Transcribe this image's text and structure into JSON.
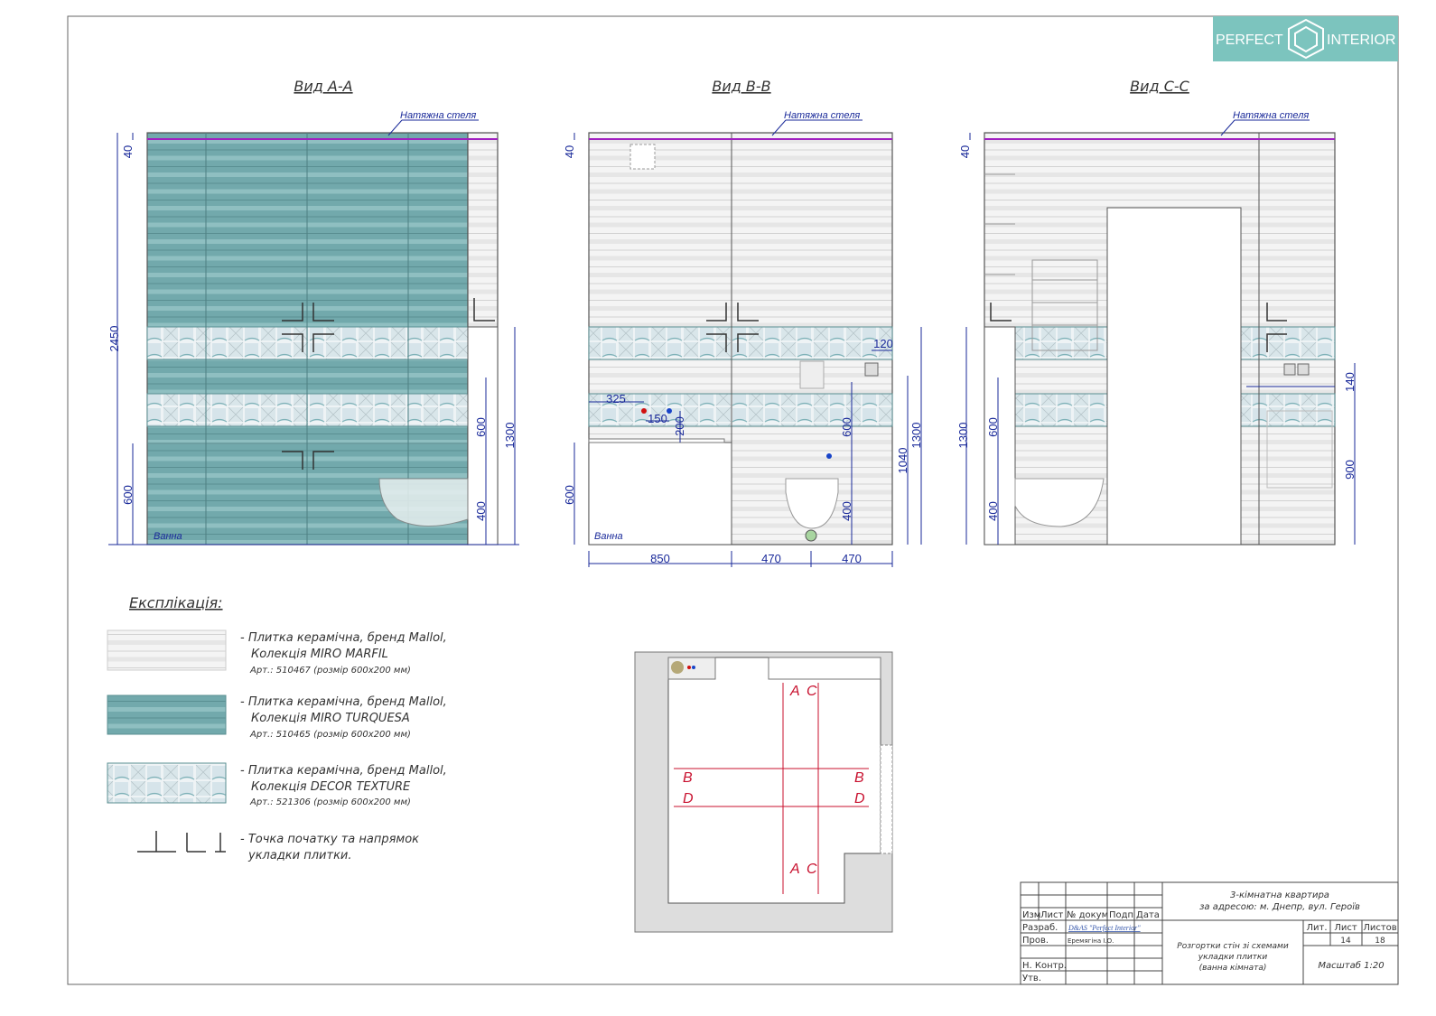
{
  "logo": {
    "left": "PERFECT",
    "right": "INTERIOR",
    "color": "#7cc4be"
  },
  "views": [
    {
      "title": "Вид А-А",
      "ceiling": "Натяжна стеля",
      "room": "Ванна",
      "dims": {
        "total": "2450",
        "top": "40",
        "bottom_left": "600",
        "right_total": "1300",
        "right_mid": "600",
        "right_low": "400"
      }
    },
    {
      "title": "Вид В-В",
      "ceiling": "Натяжна стеля",
      "room": "Ванна",
      "dims": {
        "top": "40",
        "bottom_left": "600",
        "w1": "850",
        "w2": "470",
        "w3": "470",
        "h1300": "1300",
        "h1040": "1040",
        "h600": "600",
        "h400": "400",
        "d120": "120",
        "d325": "325",
        "d150": "150",
        "d200": "200"
      }
    },
    {
      "title": "Вид С-С",
      "ceiling": "Натяжна стеля",
      "dims": {
        "top": "40",
        "left_total": "1300",
        "left_mid": "600",
        "left_low": "400",
        "r140": "140",
        "r900": "900"
      }
    }
  ],
  "legend": {
    "title": "Експлікація:",
    "items": [
      {
        "line1": "- Плитка керамічна, бренд Mallol,",
        "line2": "Колекція MIRO MARFIL",
        "line3": "Арт.: 510467 (розмір 600x200 мм)"
      },
      {
        "line1": "- Плитка керамічна, бренд Mallol,",
        "line2": "Колекція MIRO TURQUESA",
        "line3": "Арт.: 510465 (розмір 600x200 мм)"
      },
      {
        "line1": "- Плитка керамічна, бренд Mallol,",
        "line2": "Колекція DECOR TEXTURE",
        "line3": "Арт.: 521306 (розмір 600x200 мм)"
      },
      {
        "line1": "- Точка початку та напрямок",
        "line2": "укладки плитки."
      }
    ]
  },
  "plan": {
    "labels": {
      "a": "A",
      "b": "B",
      "c": "C",
      "d": "D"
    }
  },
  "title_block": {
    "headers": [
      "Изм",
      "Лист",
      "№ докум",
      "Подп",
      "Дата"
    ],
    "rows": [
      "Разраб.",
      "Пров.",
      "Н. Контр.",
      "Утв."
    ],
    "developer": "D&AS \"Perfect Interior\"",
    "checker": "Еремягіна І.О.",
    "project_line1": "3-кімнатна квартира",
    "project_line2": "за адресою: м. Днепр, вул. Героїв",
    "sheet_title1": "Розгортки стін зі схемами",
    "sheet_title2": "укладки плитки",
    "sheet_title3": "(ванна кімната)",
    "lit_label": "Лит.",
    "sheet_label": "Лист",
    "sheets_label": "Листов",
    "sheet": "14",
    "sheets": "18",
    "scale": "Масштаб 1:20"
  }
}
